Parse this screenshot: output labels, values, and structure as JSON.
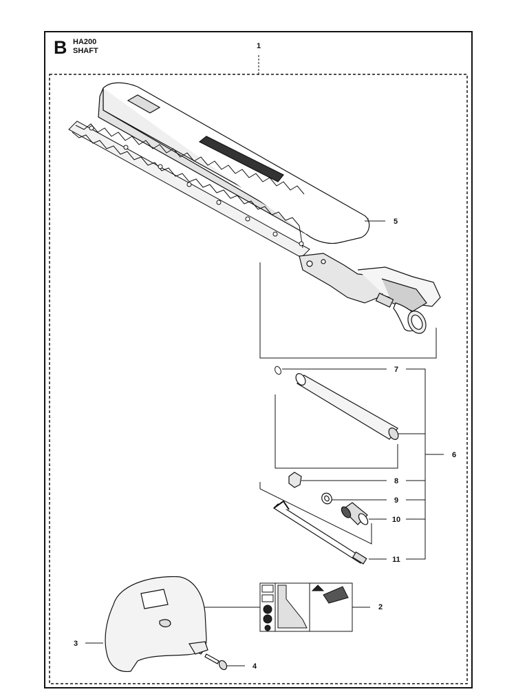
{
  "header": {
    "section_letter": "B",
    "model": "HA200",
    "section_name": "SHAFT"
  },
  "callouts": [
    "1",
    "2",
    "3",
    "4",
    "5",
    "6",
    "7",
    "8",
    "9",
    "10",
    "11"
  ],
  "colors": {
    "line": "#111111",
    "shade": "#cfcfcf",
    "paper": "#ffffff"
  }
}
